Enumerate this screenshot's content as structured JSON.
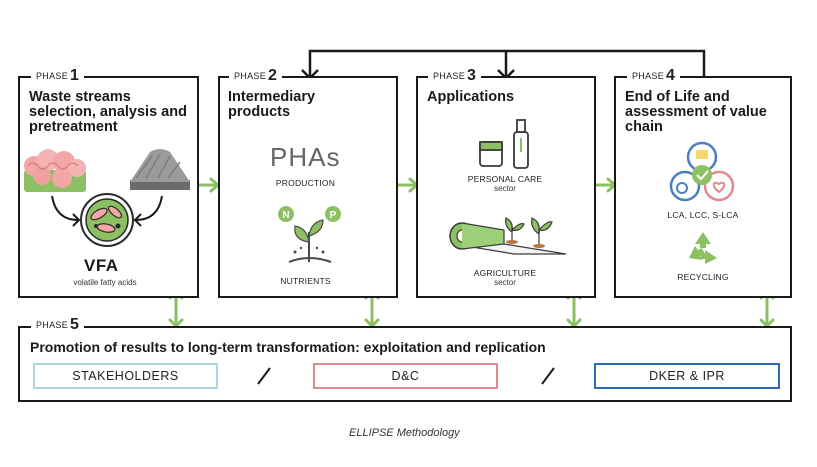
{
  "phases": [
    {
      "tag": "PHASE",
      "num": "1",
      "title": "Waste streams selection, analysis and pretreatment"
    },
    {
      "tag": "PHASE",
      "num": "2",
      "title": "Intermediary products"
    },
    {
      "tag": "PHASE",
      "num": "3",
      "title": "Applications"
    },
    {
      "tag": "PHASE",
      "num": "4",
      "title": "End of Life and assessment of value chain"
    },
    {
      "tag": "PHASE",
      "num": "5",
      "title": "Promotion of results to long-term transformation: exploitation and replication"
    }
  ],
  "phase1": {
    "vfa": "VFA",
    "vfa_sub": "volatile fatty acids"
  },
  "phase2": {
    "phas": "PHAs",
    "production": "PRODUCTION",
    "n_letter": "N",
    "p_letter": "P",
    "nutrients": "NUTRIENTS"
  },
  "phase3": {
    "personal_care": "PERSONAL CARE",
    "personal_care_sub": "sector",
    "agriculture": "AGRICULTURE",
    "agriculture_sub": "sector"
  },
  "phase4": {
    "lca": "LCA, LCC, S-LCA",
    "recycling": "RECYCLING"
  },
  "pills": [
    {
      "label": "STAKEHOLDERS",
      "color": "#a9d6df"
    },
    {
      "label": "D&C",
      "color": "#e08a8d"
    },
    {
      "label": "DKER & IPR",
      "color": "#2f6eb5"
    }
  ],
  "caption": "ELLIPSE Methodology",
  "colors": {
    "arrow_green": "#8cc063",
    "line": "#1a1a1a"
  }
}
